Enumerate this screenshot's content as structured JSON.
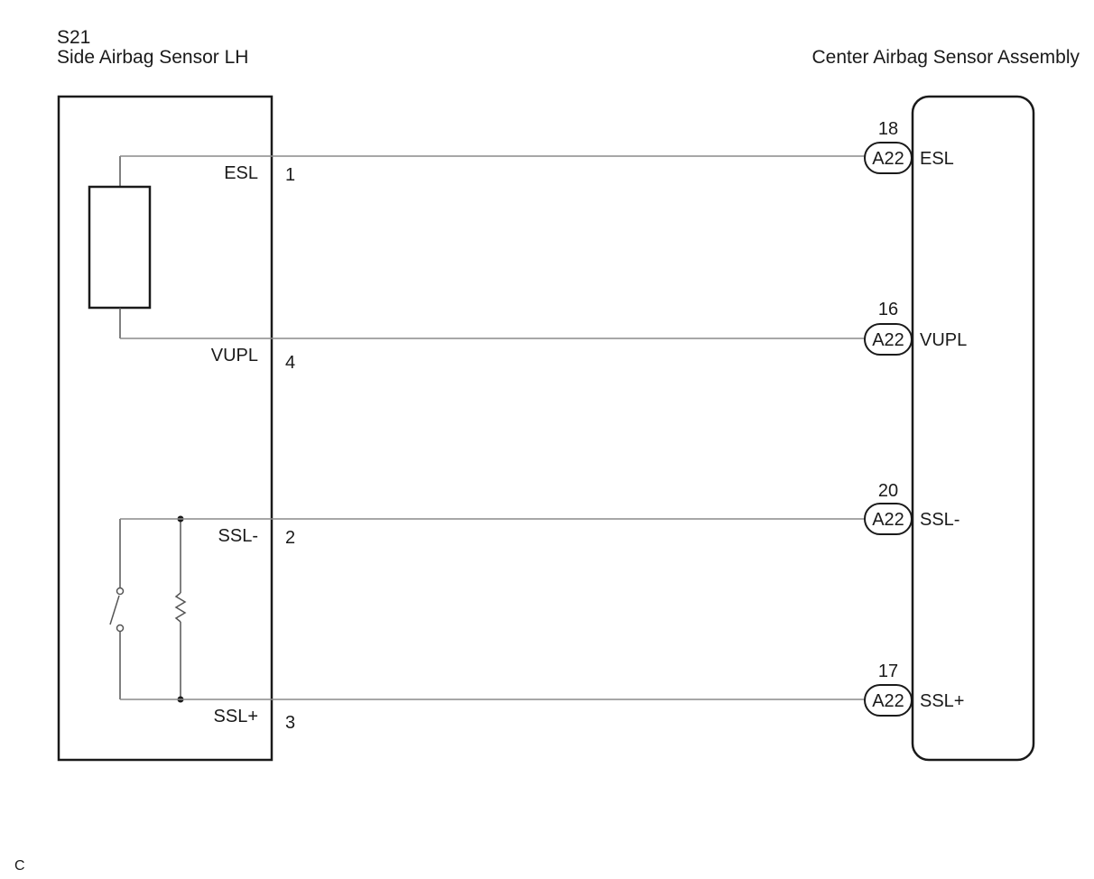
{
  "left_component": {
    "code": "S21",
    "name": "Side Airbag Sensor LH",
    "pins": [
      {
        "label": "ESL",
        "number": "1"
      },
      {
        "label": "VUPL",
        "number": "4"
      },
      {
        "label": "SSL-",
        "number": "2"
      },
      {
        "label": "SSL+",
        "number": "3"
      }
    ]
  },
  "right_component": {
    "name": "Center Airbag Sensor Assembly",
    "connectors": [
      {
        "pin": "18",
        "connector": "A22",
        "label": "ESL"
      },
      {
        "pin": "16",
        "connector": "A22",
        "label": "VUPL"
      },
      {
        "pin": "20",
        "connector": "A22",
        "label": "SSL-"
      },
      {
        "pin": "17",
        "connector": "A22",
        "label": "SSL+"
      }
    ]
  },
  "footer_code": "C",
  "colors": {
    "line": "#1a1a1a",
    "wire": "#8a8a8a"
  }
}
